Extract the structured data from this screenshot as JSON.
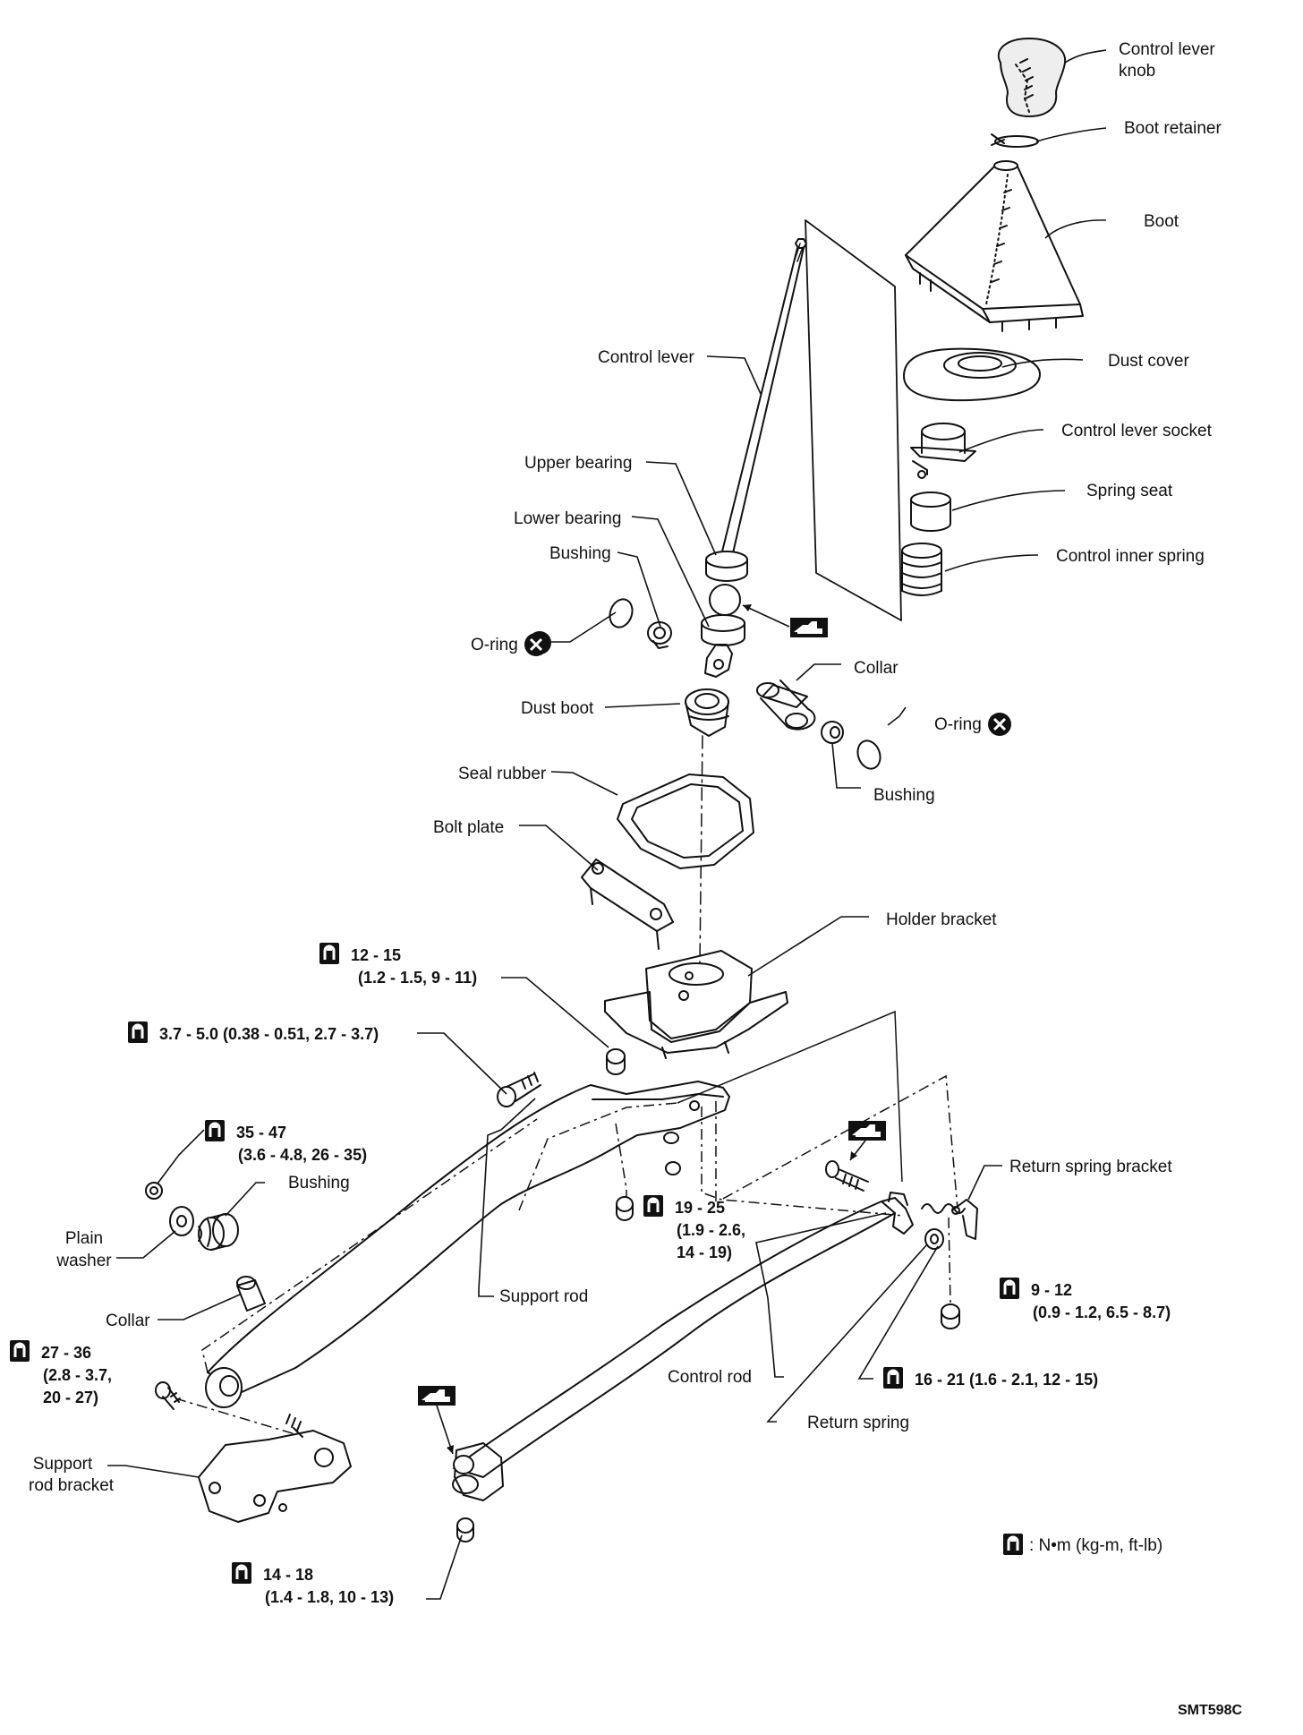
{
  "labels": {
    "control_lever_knob_1": "Control lever",
    "control_lever_knob_2": "knob",
    "boot_retainer": "Boot retainer",
    "boot": "Boot",
    "control_lever": "Control lever",
    "dust_cover": "Dust cover",
    "control_lever_socket": "Control lever socket",
    "spring_seat": "Spring seat",
    "control_inner_spring": "Control inner spring",
    "upper_bearing": "Upper bearing",
    "lower_bearing": "Lower bearing",
    "bushing_upper": "Bushing",
    "o_ring_left": "O-ring",
    "collar_upper": "Collar",
    "o_ring_right": "O-ring",
    "dust_boot": "Dust boot",
    "bushing_right": "Bushing",
    "seal_rubber": "Seal rubber",
    "bolt_plate": "Bolt plate",
    "holder_bracket": "Holder bracket",
    "bushing_lower": "Bushing",
    "plain_washer_1": "Plain",
    "plain_washer_2": "washer",
    "collar_lower": "Collar",
    "support_rod": "Support rod",
    "return_spring_bracket": "Return spring bracket",
    "control_rod": "Control rod",
    "return_spring": "Return spring",
    "support_rod_bracket_1": "Support",
    "support_rod_bracket_2": "rod bracket"
  },
  "torques": {
    "t12_15_a": "12 - 15",
    "t12_15_b": "(1.2 - 1.5, 9 - 11)",
    "t37_50": "3.7 - 5.0 (0.38 - 0.51, 2.7 - 3.7)",
    "t35_47_a": "35 - 47",
    "t35_47_b": "(3.6 - 4.8, 26 - 35)",
    "t19_25_a": "19 - 25",
    "t19_25_b": "(1.9 - 2.6,",
    "t19_25_c": "14 - 19)",
    "t9_12_a": "9 - 12",
    "t9_12_b": "(0.9 - 1.2, 6.5 - 8.7)",
    "t16_21": "16 - 21 (1.6 - 2.1, 12 - 15)",
    "t27_36_a": "27 - 36",
    "t27_36_b": "(2.8 - 3.7,",
    "t27_36_c": "20 - 27)",
    "t14_18_a": "14 - 18",
    "t14_18_b": "(1.4 - 1.8, 10 - 13)"
  },
  "legend": ": N•m (kg-m, ft-lb)",
  "code": "SMT598C",
  "icons": [
    "torque-wrench-icon",
    "grease-icon",
    "replace-part-icon"
  ]
}
